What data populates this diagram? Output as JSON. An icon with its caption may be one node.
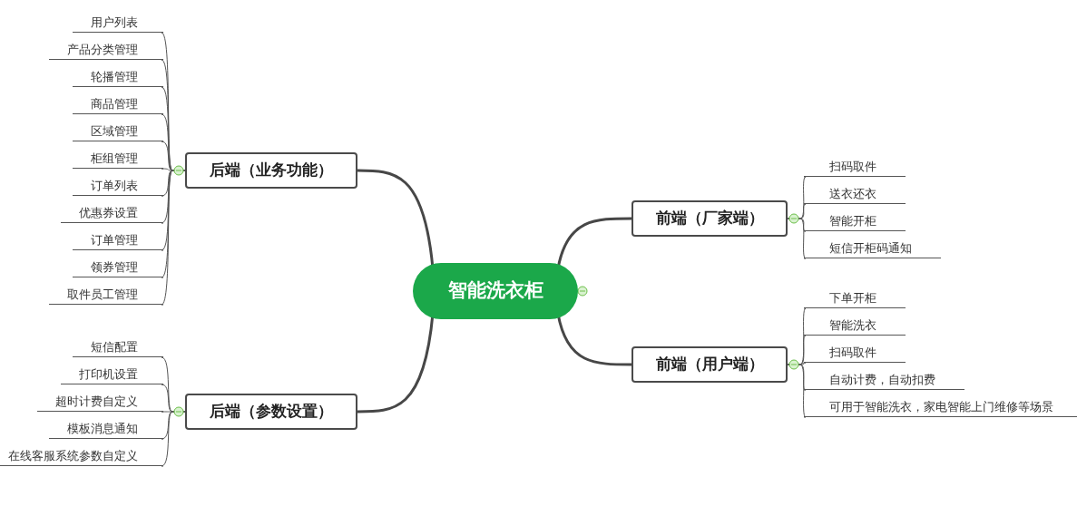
{
  "diagram": {
    "nodes": [
      {
        "text": [
          "智能洗衣柜"
        ]
      },
      {
        "text": [
          "后端（业务功能）"
        ]
      },
      {
        "text": [
          "用户列表"
        ]
      },
      {
        "text": [
          "产品分类管理"
        ]
      },
      {
        "text": [
          "轮播管理"
        ]
      },
      {
        "text": [
          "商品管理"
        ]
      },
      {
        "text": [
          "区域管理"
        ]
      },
      {
        "text": [
          "柜组管理"
        ]
      },
      {
        "text": [
          "订单列表"
        ]
      },
      {
        "text": [
          "优惠券设置"
        ]
      },
      {
        "text": [
          "订单管理"
        ]
      },
      {
        "text": [
          "领券管理"
        ]
      },
      {
        "text": [
          "取件员工管理"
        ]
      },
      {
        "text": [
          "后端（参数设置）"
        ]
      },
      {
        "text": [
          "短信配置"
        ]
      },
      {
        "text": [
          "打印机设置"
        ]
      },
      {
        "text": [
          "超时计费自定义"
        ]
      },
      {
        "text": [
          "模板消息通知"
        ]
      },
      {
        "text": [
          "在线客服系统参数自定义"
        ]
      },
      {
        "text": [
          "前端（厂家端）"
        ]
      },
      {
        "text": [
          "扫码取件"
        ]
      },
      {
        "text": [
          "送衣还衣"
        ]
      },
      {
        "text": [
          "智能开柜"
        ]
      },
      {
        "text": [
          "短信开柜码通知"
        ]
      },
      {
        "text": [
          "前端（用户端）"
        ]
      },
      {
        "text": [
          "下单开柜"
        ]
      },
      {
        "text": [
          "智能洗衣"
        ]
      },
      {
        "text": [
          "扫码取件"
        ]
      },
      {
        "text": [
          "自动计费，自动扣费"
        ]
      },
      {
        "text": [
          "可用于智能洗衣，家电智能上门维修等场景"
        ]
      }
    ],
    "edges": [
      {
        "from": 0,
        "to": 1,
        "arrow": "none",
        "style": "thick"
      },
      {
        "from": 0,
        "to": 13,
        "arrow": "none",
        "style": "thick"
      },
      {
        "from": 0,
        "to": 19,
        "arrow": "none",
        "style": "thick"
      },
      {
        "from": 0,
        "to": 24,
        "arrow": "none",
        "style": "thick"
      },
      {
        "from": 1,
        "to": 2,
        "arrow": "none"
      },
      {
        "from": 1,
        "to": 3,
        "arrow": "none"
      },
      {
        "from": 1,
        "to": 4,
        "arrow": "none"
      },
      {
        "from": 1,
        "to": 5,
        "arrow": "none"
      },
      {
        "from": 1,
        "to": 6,
        "arrow": "none"
      },
      {
        "from": 1,
        "to": 7,
        "arrow": "none"
      },
      {
        "from": 1,
        "to": 8,
        "arrow": "none"
      },
      {
        "from": 1,
        "to": 9,
        "arrow": "none"
      },
      {
        "from": 1,
        "to": 10,
        "arrow": "none"
      },
      {
        "from": 1,
        "to": 11,
        "arrow": "none"
      },
      {
        "from": 1,
        "to": 12,
        "arrow": "none"
      },
      {
        "from": 13,
        "to": 14,
        "arrow": "none"
      },
      {
        "from": 13,
        "to": 15,
        "arrow": "none"
      },
      {
        "from": 13,
        "to": 16,
        "arrow": "none"
      },
      {
        "from": 13,
        "to": 17,
        "arrow": "none"
      },
      {
        "from": 13,
        "to": 18,
        "arrow": "none"
      },
      {
        "from": 19,
        "to": 20,
        "arrow": "none"
      },
      {
        "from": 19,
        "to": 21,
        "arrow": "none"
      },
      {
        "from": 19,
        "to": 22,
        "arrow": "none"
      },
      {
        "from": 19,
        "to": 23,
        "arrow": "none"
      },
      {
        "from": 24,
        "to": 25,
        "arrow": "none"
      },
      {
        "from": 24,
        "to": 26,
        "arrow": "none"
      },
      {
        "from": 24,
        "to": 27,
        "arrow": "none"
      },
      {
        "from": 24,
        "to": 28,
        "arrow": "none"
      },
      {
        "from": 24,
        "to": 29,
        "arrow": "none"
      }
    ]
  }
}
